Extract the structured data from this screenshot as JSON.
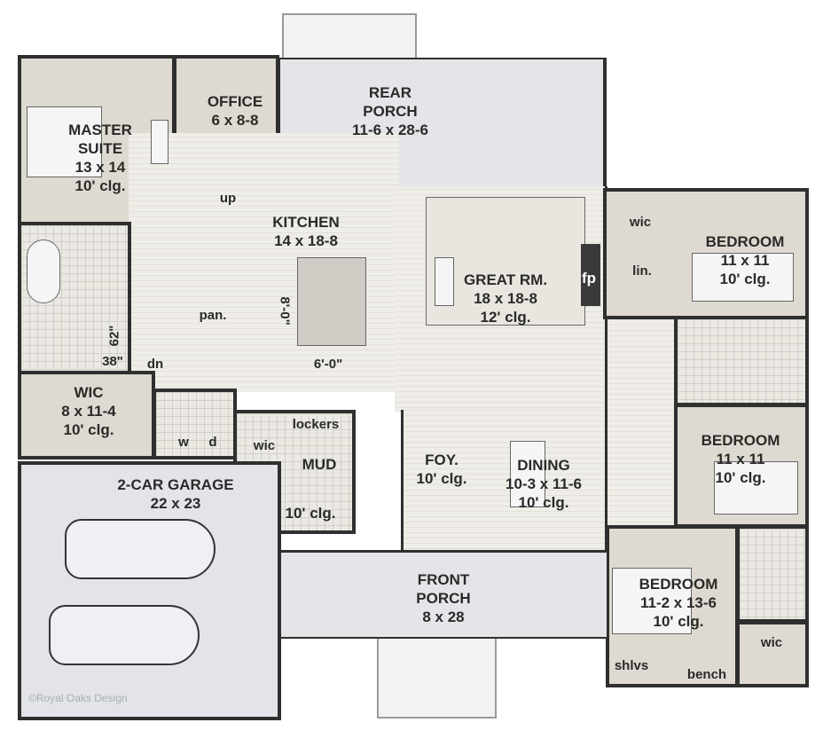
{
  "rooms": {
    "master_suite": {
      "name_line1": "MASTER",
      "name_line2": "SUITE",
      "size": "13 x 14",
      "ceiling": "10' clg."
    },
    "office": {
      "name": "OFFICE",
      "size": "6 x 8-8"
    },
    "rear_porch": {
      "name_line1": "REAR",
      "name_line2": "PORCH",
      "size": "11-6 x 28-6"
    },
    "kitchen": {
      "name": "KITCHEN",
      "size": "14 x 18-8"
    },
    "great_room": {
      "name": "GREAT RM.",
      "size": "18 x 18-8",
      "ceiling": "12' clg."
    },
    "fireplace": "fp",
    "linen": "lin.",
    "bedroom_1": {
      "name": "BEDROOM",
      "size": "11 x 11",
      "ceiling": "10' clg.",
      "closet": "wic"
    },
    "bedroom_2": {
      "name": "BEDROOM",
      "size": "11 x 11",
      "ceiling": "10' clg."
    },
    "bedroom_3": {
      "name": "BEDROOM",
      "size": "11-2 x 13-6",
      "ceiling": "10' clg.",
      "closet": "wic",
      "shelves": "shlvs",
      "bench": "bench"
    },
    "wic": {
      "name": "WIC",
      "size": "8 x 11-4",
      "ceiling": "10' clg."
    },
    "laundry": {
      "washer": "w",
      "dryer": "d"
    },
    "mud": {
      "name": "MUD",
      "ceiling": "10' clg.",
      "lockers": "lockers",
      "closet": "wic"
    },
    "foyer": {
      "name": "FOY.",
      "ceiling": "10' clg."
    },
    "dining": {
      "name": "DINING",
      "size": "10-3 x 11-6",
      "ceiling": "10' clg."
    },
    "front_porch": {
      "name": "FRONT",
      "name_line2": "PORCH",
      "size": "8 x 28"
    },
    "garage": {
      "name": "2-CAR GARAGE",
      "size": "22 x 23"
    },
    "pantry": "pan."
  },
  "annotations": {
    "up": "up",
    "dn": "dn",
    "island_depth": "8'-0\"",
    "island_width": "6'-0\"",
    "shower_w": "62\"",
    "shower_d": "38\""
  },
  "watermark": "©Royal Oaks Design"
}
